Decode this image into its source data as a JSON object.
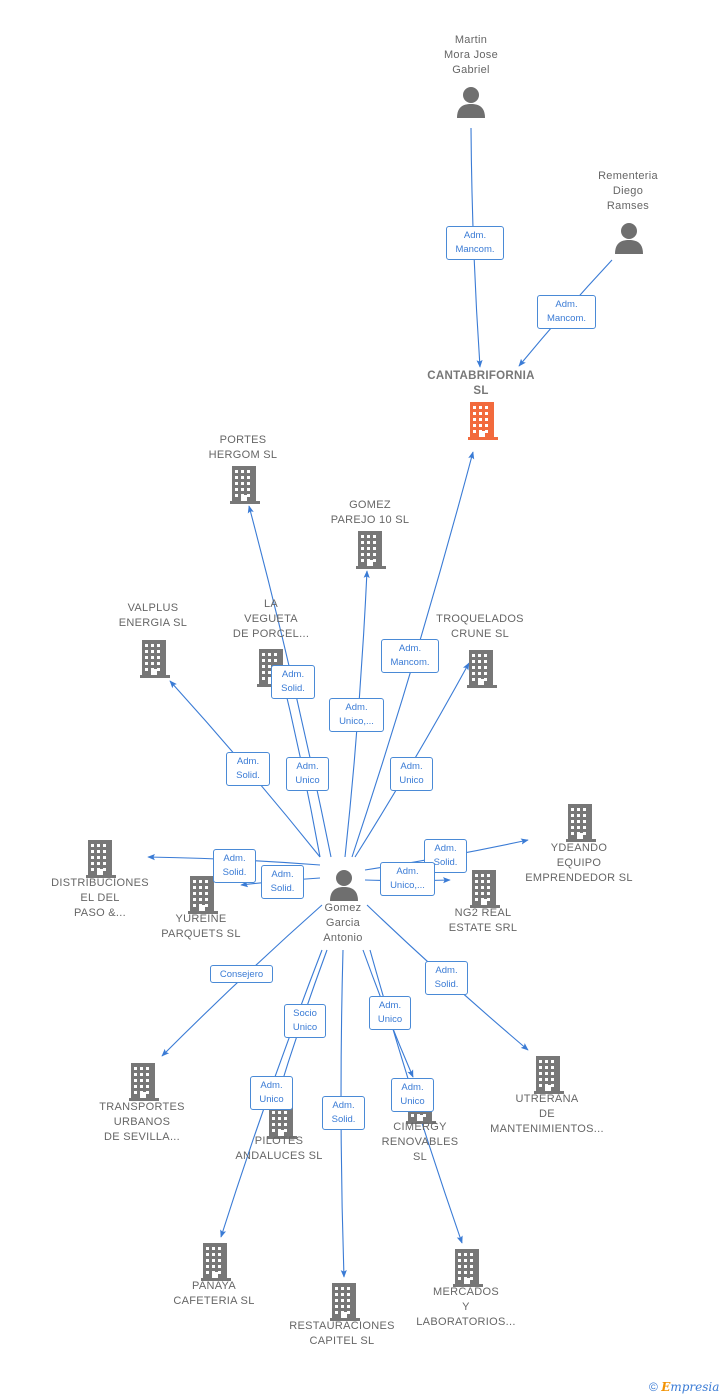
{
  "nodes": {
    "martin": {
      "type": "person",
      "lines": [
        "Martin",
        "Mora Jose",
        "Gabriel"
      ]
    },
    "rementeria": {
      "type": "person",
      "lines": [
        "Rementeria",
        "Diego",
        "Ramses"
      ]
    },
    "cantabrifornia": {
      "type": "company-main",
      "lines": [
        "CANTABRIFORNIA",
        "SL"
      ]
    },
    "portes": {
      "type": "company",
      "lines": [
        "PORTES",
        "HERGOM SL"
      ]
    },
    "gomez_parejo": {
      "type": "company",
      "lines": [
        "GOMEZ",
        "PAREJO 10  SL"
      ]
    },
    "valplus": {
      "type": "company",
      "lines": [
        "VALPLUS",
        "ENERGIA  SL"
      ]
    },
    "la_vegueta": {
      "type": "company",
      "lines": [
        "LA",
        "VEGUETA",
        "DE PORCEL..."
      ]
    },
    "troquelados": {
      "type": "company",
      "lines": [
        "TROQUELADOS",
        "CRUNE  SL"
      ]
    },
    "ydeando": {
      "type": "company",
      "lines": [
        "YDEANDO",
        "EQUIPO",
        "EMPRENDEDOR SL"
      ]
    },
    "distribuciones": {
      "type": "company",
      "lines": [
        "DISTRIBUCIONES",
        "EL DEL",
        "PASO &..."
      ]
    },
    "yureine": {
      "type": "company",
      "lines": [
        "YUREINE",
        "PARQUETS  SL"
      ]
    },
    "ng2": {
      "type": "company",
      "lines": [
        "NG2 REAL",
        "ESTATE SRL"
      ]
    },
    "gomez_garcia": {
      "type": "person",
      "lines": [
        "Gomez",
        "Garcia",
        "Antonio"
      ]
    },
    "transportes": {
      "type": "company",
      "lines": [
        "TRANSPORTES",
        "URBANOS",
        "DE SEVILLA..."
      ]
    },
    "utrerana": {
      "type": "company",
      "lines": [
        "UTRERANA",
        "DE",
        "MANTENIMIENTOS..."
      ]
    },
    "pilotes": {
      "type": "company",
      "lines": [
        "PILOTES",
        "ANDALUCES SL"
      ]
    },
    "cimergy": {
      "type": "company",
      "lines": [
        "CIMERGY",
        "RENOVABLES",
        "SL"
      ]
    },
    "panaya": {
      "type": "company",
      "lines": [
        "PANAYA",
        "CAFETERIA  SL"
      ]
    },
    "restauraciones": {
      "type": "company",
      "lines": [
        "RESTAURACIONES",
        "CAPITEL  SL"
      ]
    },
    "mercados": {
      "type": "company",
      "lines": [
        "MERCADOS",
        "Y",
        "LABORATORIOS..."
      ]
    }
  },
  "edges": [
    {
      "from": "martin",
      "to": "cantabrifornia",
      "label": [
        "Adm.",
        "Mancom."
      ]
    },
    {
      "from": "rementeria",
      "to": "cantabrifornia",
      "label": [
        "Adm.",
        "Mancom."
      ]
    },
    {
      "from": "gomez_garcia",
      "to": "cantabrifornia",
      "label": [
        "Adm.",
        "Mancom."
      ]
    },
    {
      "from": "gomez_garcia",
      "to": "portes",
      "label": [
        "Adm.",
        "Unico"
      ]
    },
    {
      "from": "gomez_garcia",
      "to": "gomez_parejo",
      "label": [
        "Adm.",
        "Unico,..."
      ]
    },
    {
      "from": "gomez_garcia",
      "to": "la_vegueta",
      "label": [
        "Adm.",
        "Solid."
      ]
    },
    {
      "from": "gomez_garcia",
      "to": "valplus",
      "label": [
        "Adm.",
        "Solid."
      ]
    },
    {
      "from": "gomez_garcia",
      "to": "troquelados",
      "label": [
        "Adm.",
        "Unico"
      ]
    },
    {
      "from": "gomez_garcia",
      "to": "ydeando",
      "label": [
        "Adm.",
        "Solid."
      ]
    },
    {
      "from": "gomez_garcia",
      "to": "ng2",
      "label": [
        "Adm.",
        "Unico,..."
      ]
    },
    {
      "from": "gomez_garcia",
      "to": "distribuciones",
      "label": [
        "Adm.",
        "Solid."
      ]
    },
    {
      "from": "gomez_garcia",
      "to": "yureine",
      "label": [
        "Adm.",
        "Solid."
      ]
    },
    {
      "from": "gomez_garcia",
      "to": "transportes",
      "label": [
        "Consejero"
      ]
    },
    {
      "from": "gomez_garcia",
      "to": "utrerana",
      "label": [
        "Adm.",
        "Solid."
      ]
    },
    {
      "from": "gomez_garcia",
      "to": "pilotes",
      "label": [
        "Socio",
        "Unico"
      ]
    },
    {
      "from": "gomez_garcia",
      "to": "panaya",
      "label": [
        "Adm.",
        "Unico"
      ]
    },
    {
      "from": "gomez_garcia",
      "to": "restauraciones",
      "label": [
        "Adm.",
        "Solid."
      ]
    },
    {
      "from": "gomez_garcia",
      "to": "cimergy",
      "label": [
        "Adm.",
        "Unico"
      ]
    },
    {
      "from": "gomez_garcia",
      "to": "mercados",
      "label": [
        "Adm.",
        "Unico"
      ]
    }
  ],
  "colors": {
    "edge": "#3a7bd5",
    "building": "#777777",
    "main_building": "#f26a3d",
    "person": "#6f6f6f"
  },
  "footer": {
    "copyright": "©",
    "brand_first": "E",
    "brand_rest": "mpresia"
  }
}
